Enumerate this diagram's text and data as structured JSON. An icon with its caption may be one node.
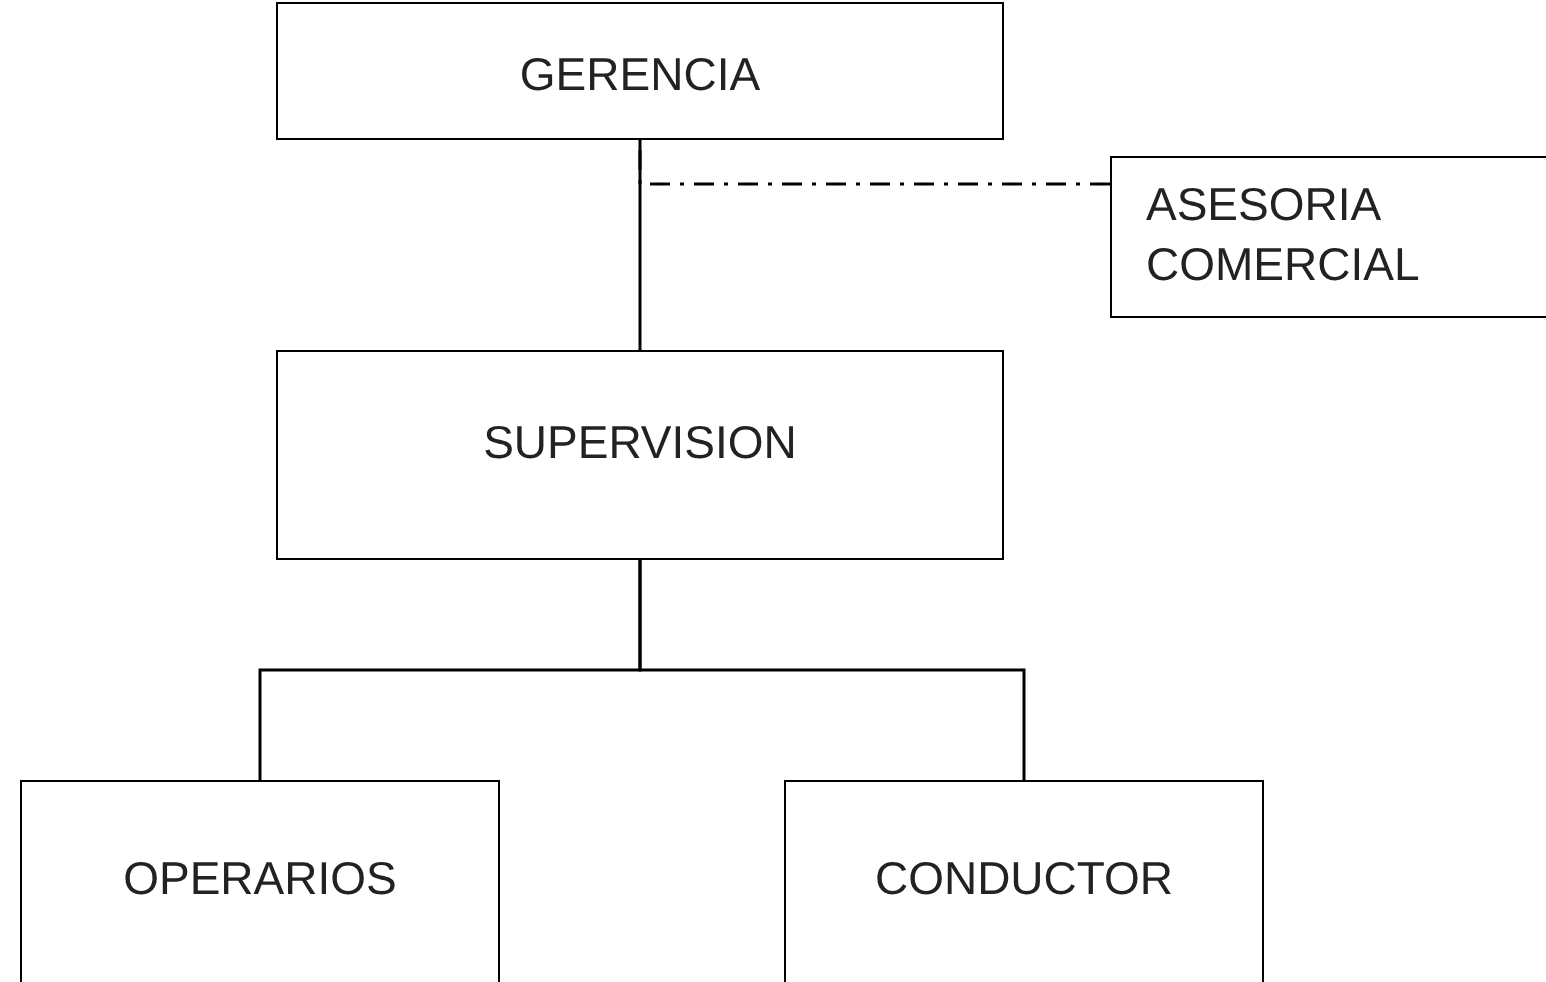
{
  "diagram": {
    "nodes": [
      {
        "text": [
          "GERENCIA"
        ]
      },
      {
        "text": [
          "ASESORIA COMERCIAL"
        ]
      },
      {
        "text": [
          "SUPERVISION"
        ]
      },
      {
        "text": [
          "OPERARIOS"
        ]
      },
      {
        "text": [
          "CONDUCTOR"
        ]
      }
    ],
    "edges": [
      {
        "from": 0,
        "to": 2,
        "arrow": "none"
      },
      {
        "from": 1,
        "to": 0,
        "arrow": "none",
        "style": "dashed"
      },
      {
        "from": 2,
        "to": 3,
        "arrow": "none"
      },
      {
        "from": 2,
        "to": 4,
        "arrow": "none"
      }
    ]
  }
}
